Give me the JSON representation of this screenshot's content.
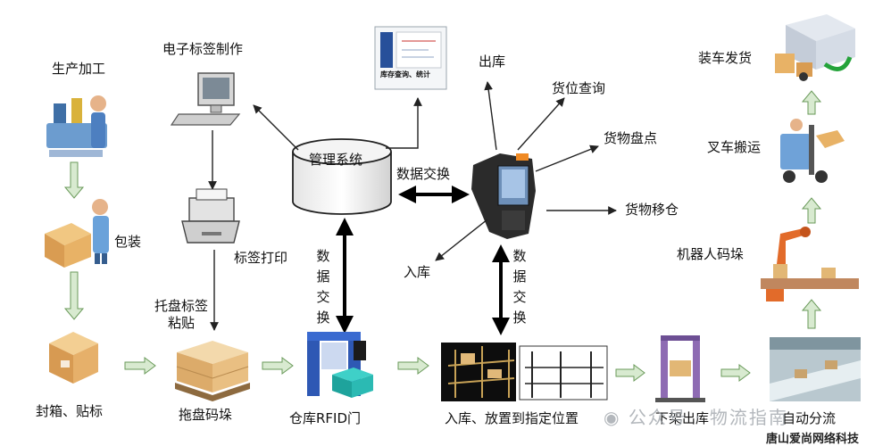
{
  "labels": {
    "production": "生产加工",
    "packing": "包装",
    "sealing": "封箱、贴标",
    "label_make": "电子标签制作",
    "label_print": "标签打印",
    "pallet_label": "托盘标签粘贴",
    "palletizing": "拖盘码垛",
    "mgmt_system": "管理系统",
    "data_exchange_h": "数据交换",
    "data_exchange_v1": "数据交换",
    "data_exchange_v2": "数据交换",
    "rfid_gate": "仓库RFID门",
    "inventory_query": "库存查询、统计",
    "outbound": "出库",
    "location_query": "货位查询",
    "stock_count": "货物盘点",
    "goods_move": "货物移仓",
    "inbound": "入库",
    "put_away": "入库、放置到指定位置",
    "unshelve_out": "下架出库",
    "auto_sort": "自动分流",
    "robot_stack": "机器人码垛",
    "forklift": "叉车搬运",
    "loading": "装车发货"
  },
  "watermark": {
    "account": "公众号 · 物流指南",
    "company": "唐山爱尚网络科技"
  },
  "colors": {
    "flow_arrow_fill": "#d8ead0",
    "flow_arrow_stroke": "#6a9a5a",
    "data_arrow": "#000000",
    "line_arrow": "#222222"
  }
}
